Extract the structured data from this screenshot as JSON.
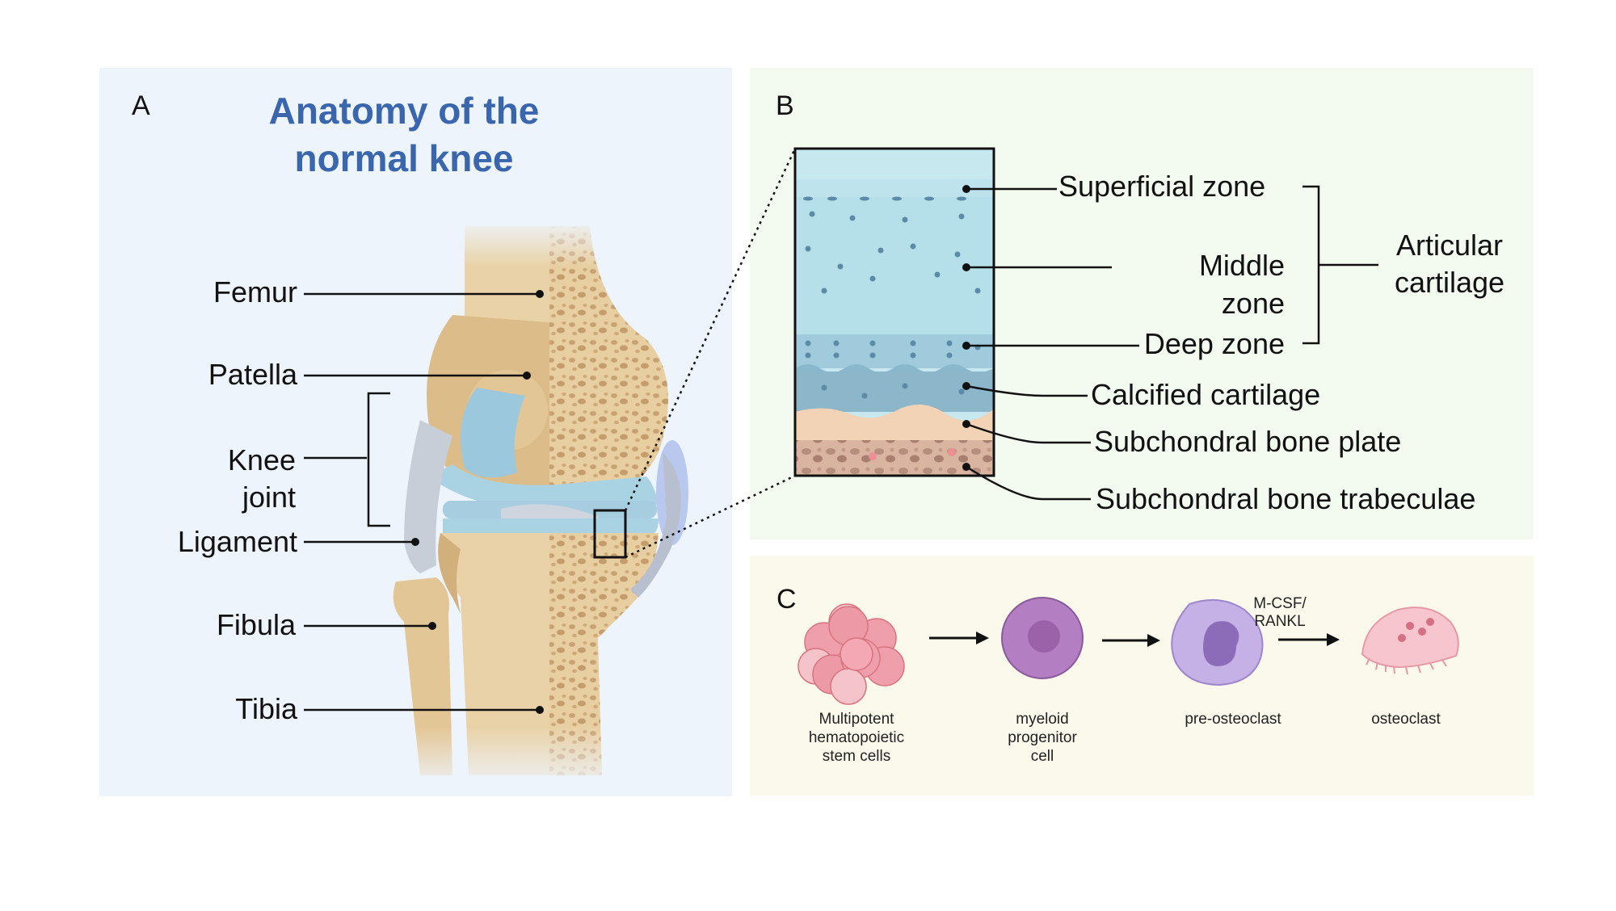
{
  "panel_a": {
    "letter": "A",
    "title_line1": "Anatomy of the",
    "title_line2": "normal knee",
    "labels": {
      "femur": "Femur",
      "patella": "Patella",
      "knee_joint_1": "Knee",
      "knee_joint_2": "joint",
      "ligament": "Ligament",
      "fibula": "Fibula",
      "tibia": "Tibia"
    }
  },
  "panel_b": {
    "letter": "B",
    "labels": {
      "superficial": "Superficial zone",
      "middle_1": "Middle",
      "middle_2": "zone",
      "deep": "Deep zone",
      "articular_1": "Articular",
      "articular_2": "cartilage",
      "calcified": "Calcified cartilage",
      "plate": "Subchondral bone plate",
      "trabeculae": "Subchondral bone trabeculae"
    }
  },
  "panel_c": {
    "letter": "C",
    "cells": {
      "hsc_1": "Multipotent",
      "hsc_2": "hematopoietic",
      "hsc_3": "stem cells",
      "myeloid_1": "myeloid",
      "myeloid_2": "progenitor",
      "myeloid_3": "cell",
      "pre": "pre-osteoclast",
      "osteoclast": "osteoclast"
    },
    "arrow_label_1": "M-CSF/",
    "arrow_label_2": "RANKL"
  },
  "colors": {
    "title_blue": "#3a66ad",
    "bone": "#e9d2a7",
    "cartilage": "#a9d3e3",
    "meniscus": "#b9c8ef",
    "hsc_pink": "#ec9aa6",
    "myeloid_purple": "#a776b5",
    "pre_osteoclast": "#b8a4e0",
    "osteoclast_pink": "#f6c5cd"
  }
}
